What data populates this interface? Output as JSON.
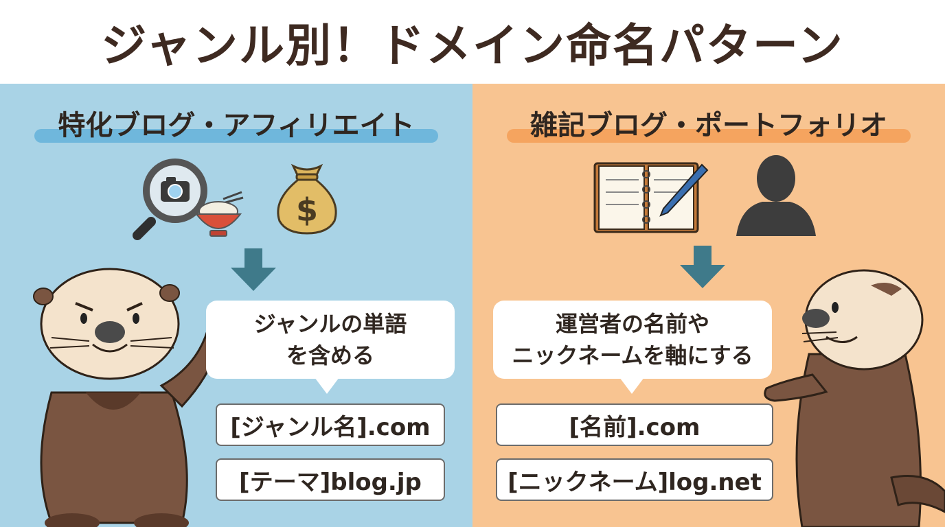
{
  "title": "ジャンル別！ドメイン命名パターン",
  "left": {
    "heading": "特化ブログ・アフィリエイト",
    "bubble_lines": [
      "ジャンルの単語",
      "を含める"
    ],
    "patterns": [
      "[ジャンル名].com",
      "[テーマ]blog.jp"
    ],
    "icons": [
      "magnifier-camera-icon",
      "rice-bowl-icon",
      "money-bag-icon",
      "arrow-down-icon"
    ]
  },
  "right": {
    "heading": "雑記ブログ・ポートフォリオ",
    "bubble_lines": [
      "運営者の名前や",
      "ニックネームを軸にする"
    ],
    "patterns": [
      "[名前].com",
      "[ニックネーム]log.net"
    ],
    "icons": [
      "notebook-pen-icon",
      "person-silhouette-icon",
      "arrow-down-icon"
    ]
  },
  "colors": {
    "left_bg": "#a9d3e6",
    "right_bg": "#f8c491",
    "title_text": "#3e2a21",
    "arrow": "#3f7a8a"
  }
}
